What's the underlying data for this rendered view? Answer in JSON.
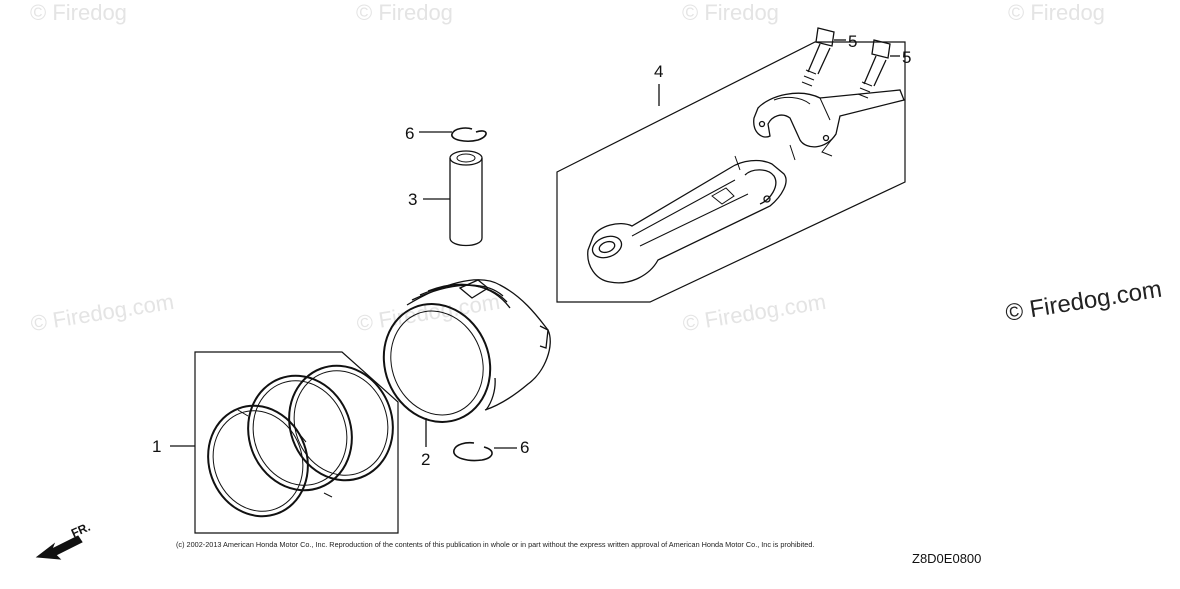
{
  "watermarks": [
    "© Firedog",
    "© Firedog",
    "© Firedog",
    "© Firedog",
    "© Firedog.com",
    "© Firedog.com",
    "© Firedog.com"
  ],
  "watermark_main": "© Firedog.com",
  "callouts": [
    "1",
    "2",
    "3",
    "4",
    "5",
    "5",
    "6",
    "6"
  ],
  "copyright": "(c) 2002-2013 American Honda Motor Co., Inc. Reproduction of the contents of this publication in whole or in part without the express written approval of American Honda Motor Co., Inc is prohibited.",
  "diagram_code": "Z8D0E0800",
  "direction_label": "FR.",
  "colors": {
    "line": "#111111",
    "watermark": "#e4e4e4"
  }
}
